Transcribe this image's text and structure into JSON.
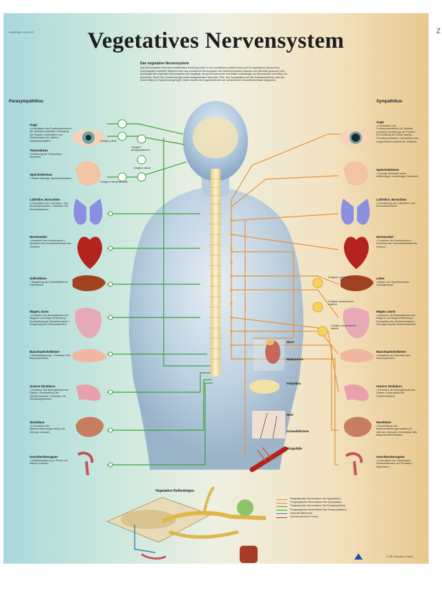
{
  "poster": {
    "code": "#V5002M / 1001470",
    "title": "Vegetatives Nervensystem",
    "intro_heading": "Das vegetative Nervensystem",
    "intro_text": "Das Nervensystem wird nach funktionellen Gesichtspunkten in ein somatisches (willkürliches) und ein vegetatives (autonomes) Nervensystem unterteilt. Während über das somatische Nervensystem die Skelettmuskulatur bewusst und willentlich gesteuert wird, beeinflusst das vegetative Nervensystem die Vorgänge, die große Autonomie und Willkür unabhängig von Bewusstsein und Willen der Menschen. Durch das Zusammenspiel seiner antagonistisch wirkenden Teile, des Sympathikus und des Parasympathikus, wird das innere Milieu im Organismus geregelt. Daher werden die Organfunktionen der menschlichen Umweltbedürfnisse angepasst.",
    "left_header": "Parasympathikus",
    "right_header": "Sympathikus",
    "reflex_title": "Vegetative Reflexbögen",
    "copyright": "© 3B Scientific GmbH",
    "side_cut_char": "Z"
  },
  "left_organs": [
    {
      "name": "Auge",
      "text": "• Kontraktion des Pupillensphinkters (M. sphincter pupillae) Verengung der Pupille • Kontraktion des Ziliarmuskels (M. ciliaris) – Nahakkomodation"
    },
    {
      "name": "Tränendrüse",
      "text": "• Erhöhung der Tränenfluss-Sekretion"
    },
    {
      "name": "Speicheldrüsen",
      "text": "• Starke wässrige Speichelsekretion"
    },
    {
      "name": "Luftröhre, Bronchien",
      "text": "• Kontraktion der Luftröhren- und Bronchialmuskeln • Sekretion der Bronchialdrüsen"
    },
    {
      "name": "Herzmuskel",
      "text": "• Abnahme der Herzfrequenz • Abnahme der Kontraktionskraft des Herzens"
    },
    {
      "name": "Gallenblase",
      "text": "• Steigerung der Kontraktilität der Gallenblase"
    },
    {
      "name": "Magen, Darm",
      "text": "• Zunahme der Beweglichkeit des Magens und Magenentleerung • Erschlaffung der Schließmuskeln • Steigerung der Drüsensekretion"
    },
    {
      "name": "Bauchspeicheldrüse",
      "text": "• Sekretsteigerung – Sekretion des Bauchspeichels"
    },
    {
      "name": "Unterer Dickdarm",
      "text": "• Zunahme der Beweglichkeit des Darms • Erschlaffung der Schließmuskeln • Sekretion der Verdauungsdrüsen"
    },
    {
      "name": "Harnblase",
      "text": "• Kontraktion des Blasenentleerungsmuskels (M. detrusor vesicae)"
    },
    {
      "name": "Geschlechtsorgane",
      "text": "• Gefäßerweiterung in Penis und Klitoris, Erektion"
    }
  ],
  "right_organs": [
    {
      "name": "Auge",
      "text": "• Kontraktion des Pupillenerweiterers (M. dilatator pupillae) Erweiterung der Pupille • Erschlaffung des Ziliarmuskels – Fernakkomodation • Kontraktion des Augenhöhlenmuskels (M. orbitalis)"
    },
    {
      "name": "Speicheldrüsen",
      "text": "• Geringe Sekretion eines zähflüssigen, schleimigen Speichels"
    },
    {
      "name": "Luftröhre, Bronchien",
      "text": "• Erweiterung der Luftröhren- und Bronchialmuskeln"
    },
    {
      "name": "Herzmuskel",
      "text": "• Zunahme der Herzfrequenz • Zunahme der Kontraktionskraft des Herzens"
    },
    {
      "name": "Leber",
      "text": "• Abbau von Speicherzucker, Glykogenolyse"
    },
    {
      "name": "Magen, Darm",
      "text": "• Abnahme der Beweglichkeit des Magens und Magenentleerung • Kontraktion der Schließmuskeln • Verringerung der Drüsensekretion"
    },
    {
      "name": "Bauchspeicheldrüse",
      "text": "• Abnahme der Sekretion des Bauchspeichels"
    },
    {
      "name": "Unterer Dickdarm",
      "text": "• Abnahme der Beweglichkeit des Darms • Kontraktion der Schließmuskeln"
    },
    {
      "name": "Harnblase",
      "text": "• Erschlaffung des Blasenentleerungsmuskels (M. detrusor vesicae) • Kontraktion des Blasenschließmuskels"
    },
    {
      "name": "Geschlechtsorgane",
      "text": "• Kontraktion der Samenleiter, Samenbläschen und Prostata • Ejakulation"
    }
  ],
  "center_labels": [
    {
      "id": "nebenniere",
      "text": "Niere"
    },
    {
      "id": "nebennierenmark",
      "text": "Nebenniere"
    },
    {
      "id": "fettzellen",
      "text": "Fettzellen"
    },
    {
      "id": "haut",
      "text": "Haut"
    },
    {
      "id": "schweiss",
      "text": "Schweißdrüsen"
    },
    {
      "id": "blutgefaesse",
      "text": "Blutgefäße"
    }
  ],
  "ganglia": [
    {
      "id": "ciliare",
      "text": "Ganglion ciliare"
    },
    {
      "id": "pterygo",
      "text": "Ganglion pterygopalatinum"
    },
    {
      "id": "oticum",
      "text": "Ganglion oticum"
    },
    {
      "id": "submand",
      "text": "Ganglion submandibulare"
    },
    {
      "id": "coeliacum",
      "text": "Ganglion coeliacum"
    },
    {
      "id": "mes_sup",
      "text": "Ganglion mesentericum superius"
    },
    {
      "id": "mes_inf",
      "text": "Ganglion mesentericum inferius"
    }
  ],
  "legend": [
    {
      "text": "Präganglionäre Nervenfasern des Sympathikus",
      "color": "#e0903a"
    },
    {
      "text": "Postganglionäre Nervenfasern des Sympathikus",
      "color": "#e0903a"
    },
    {
      "text": "Präganglionäre Nervenfasern des Parasympathikus",
      "color": "#4aa64a"
    },
    {
      "text": "Postganglionäre Nervenfasern des Parasympathikus",
      "color": "#4aa64a"
    },
    {
      "text": "Viszerale Afferenzen",
      "color": "#3a7dc0"
    },
    {
      "text": "Somatomotorische Fasern",
      "color": "#c83a3a"
    }
  ],
  "colors": {
    "para": "#3aa33a",
    "sym": "#e8923a",
    "spine": "#f2d9a0",
    "body": "#a9c4dc"
  }
}
